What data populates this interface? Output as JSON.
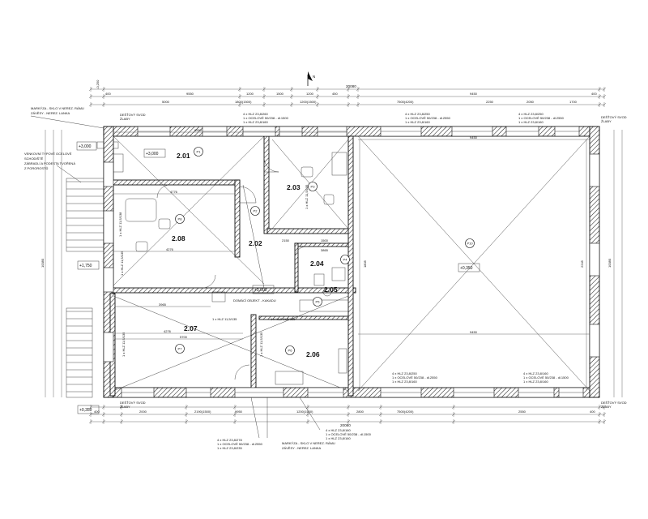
{
  "north_arrow": "N",
  "overall_dimension": "20080",
  "top_chain_1": [
    "400",
    "9550",
    "1200",
    "1500",
    "1200",
    "450",
    "9450",
    "400"
  ],
  "top_chain_2": [
    "5000",
    "1800(1500)",
    "1200(1500)",
    "7500(4200)",
    "2250",
    "2050",
    "1700"
  ],
  "top_notes": [
    "DEŠŤOVÝ SVOD",
    "ŽLABY"
  ],
  "left_notes": [
    "MARKÝZA - SKLO V NEREZ. RÁMU",
    "ZÁVĚSY - NEREZ. LANKA"
  ],
  "left_note_2": [
    "VENKOVNÍ TYPOVÉ OCELOVÉ",
    "SCHODIŠTĚ",
    "ZÁBRADLÍ A PODESTA TVOŘENÁ",
    "Z POROROSTŮ"
  ],
  "window_specs_top": [
    [
      "4 x HLZ 23,8/260",
      "1 x OCELOVÉ 50/238 - dl.1500",
      "1 x HLZ 23,8/160"
    ],
    [
      "4 x HLZ 23,8/250",
      "1 x OCELOVÉ 50/238 - dl.2550",
      "1 x HLZ 23,8/160"
    ],
    [
      "4 x HLZ 23,8/250",
      "1 x OCELOVÉ 50/238 - dl.2550",
      "1 x HLZ 23,8/160"
    ]
  ],
  "window_specs_bottom": [
    [
      "4 x HLZ 23,8/250",
      "1 x OCELOVÉ 50/238 - dl.2550",
      "1 x HLZ 23,8/160"
    ],
    [
      "4 x HLZ 23,8/160",
      "1 x OCELOVÉ 50/238 - dl.1500",
      "1 x HLZ 23,8/160"
    ]
  ],
  "bottom_notes": [
    "MARKÝZA - SKLO V NEREZ. RÁMU",
    "ZÁVĚSY - NEREZ. LANKA"
  ],
  "bottom_spec_left": [
    "4 x HLZ 23,8/278",
    "1 x OCELOVÉ 50/238 - dl.2550",
    "1 x HLZ 23,8/235"
  ],
  "bottom_spec_right": [
    "4 x HLZ 23,8/160",
    "1 x OCELOVÉ 50/238 - dl.1500",
    "1 x HLZ 23,8/160"
  ],
  "bottom_chain_1": [
    "400",
    "2000",
    "2190(1500)",
    "9950",
    "1200(1500)",
    "2800",
    "7500(4200)",
    "2550",
    "400"
  ],
  "bottom_chain_2": [
    "20080"
  ],
  "side_dims": [
    "10080",
    "10080"
  ],
  "levels": [
    "+3,000",
    "+3,000",
    "+1,750",
    "+3,000",
    "+0,350",
    "+0,350"
  ],
  "top_sill": "-0,250",
  "rooms": [
    "2.01",
    "2.02",
    "2.03",
    "2.04",
    "2.05",
    "2.06",
    "2.07",
    "2.08"
  ],
  "pointers": [
    "P1",
    "P2",
    "P3",
    "P4",
    "P5",
    "P6",
    "P7",
    "P8",
    "P10"
  ],
  "door_labels": [
    "1 x HLZ 11,5/138",
    "1 x HLZ 11,5/135",
    "1 x HLZ 11,5/135",
    "1 x HLZ 11,5/135",
    "1 x HLZ 11,5/135",
    "1 x HLZ 11,5/135",
    "1 x HLZ 11,5/135"
  ],
  "inner_dims": [
    "9950",
    "4776",
    "4276",
    "3965",
    "4276",
    "5700",
    "9450",
    "9450",
    "1805",
    "2245",
    "3865",
    "2150",
    "1500"
  ],
  "inner_note": "DOMÁCÍ OBJEKT - KAKADU",
  "dim_4276": "4276",
  "dim_3965": "3965"
}
